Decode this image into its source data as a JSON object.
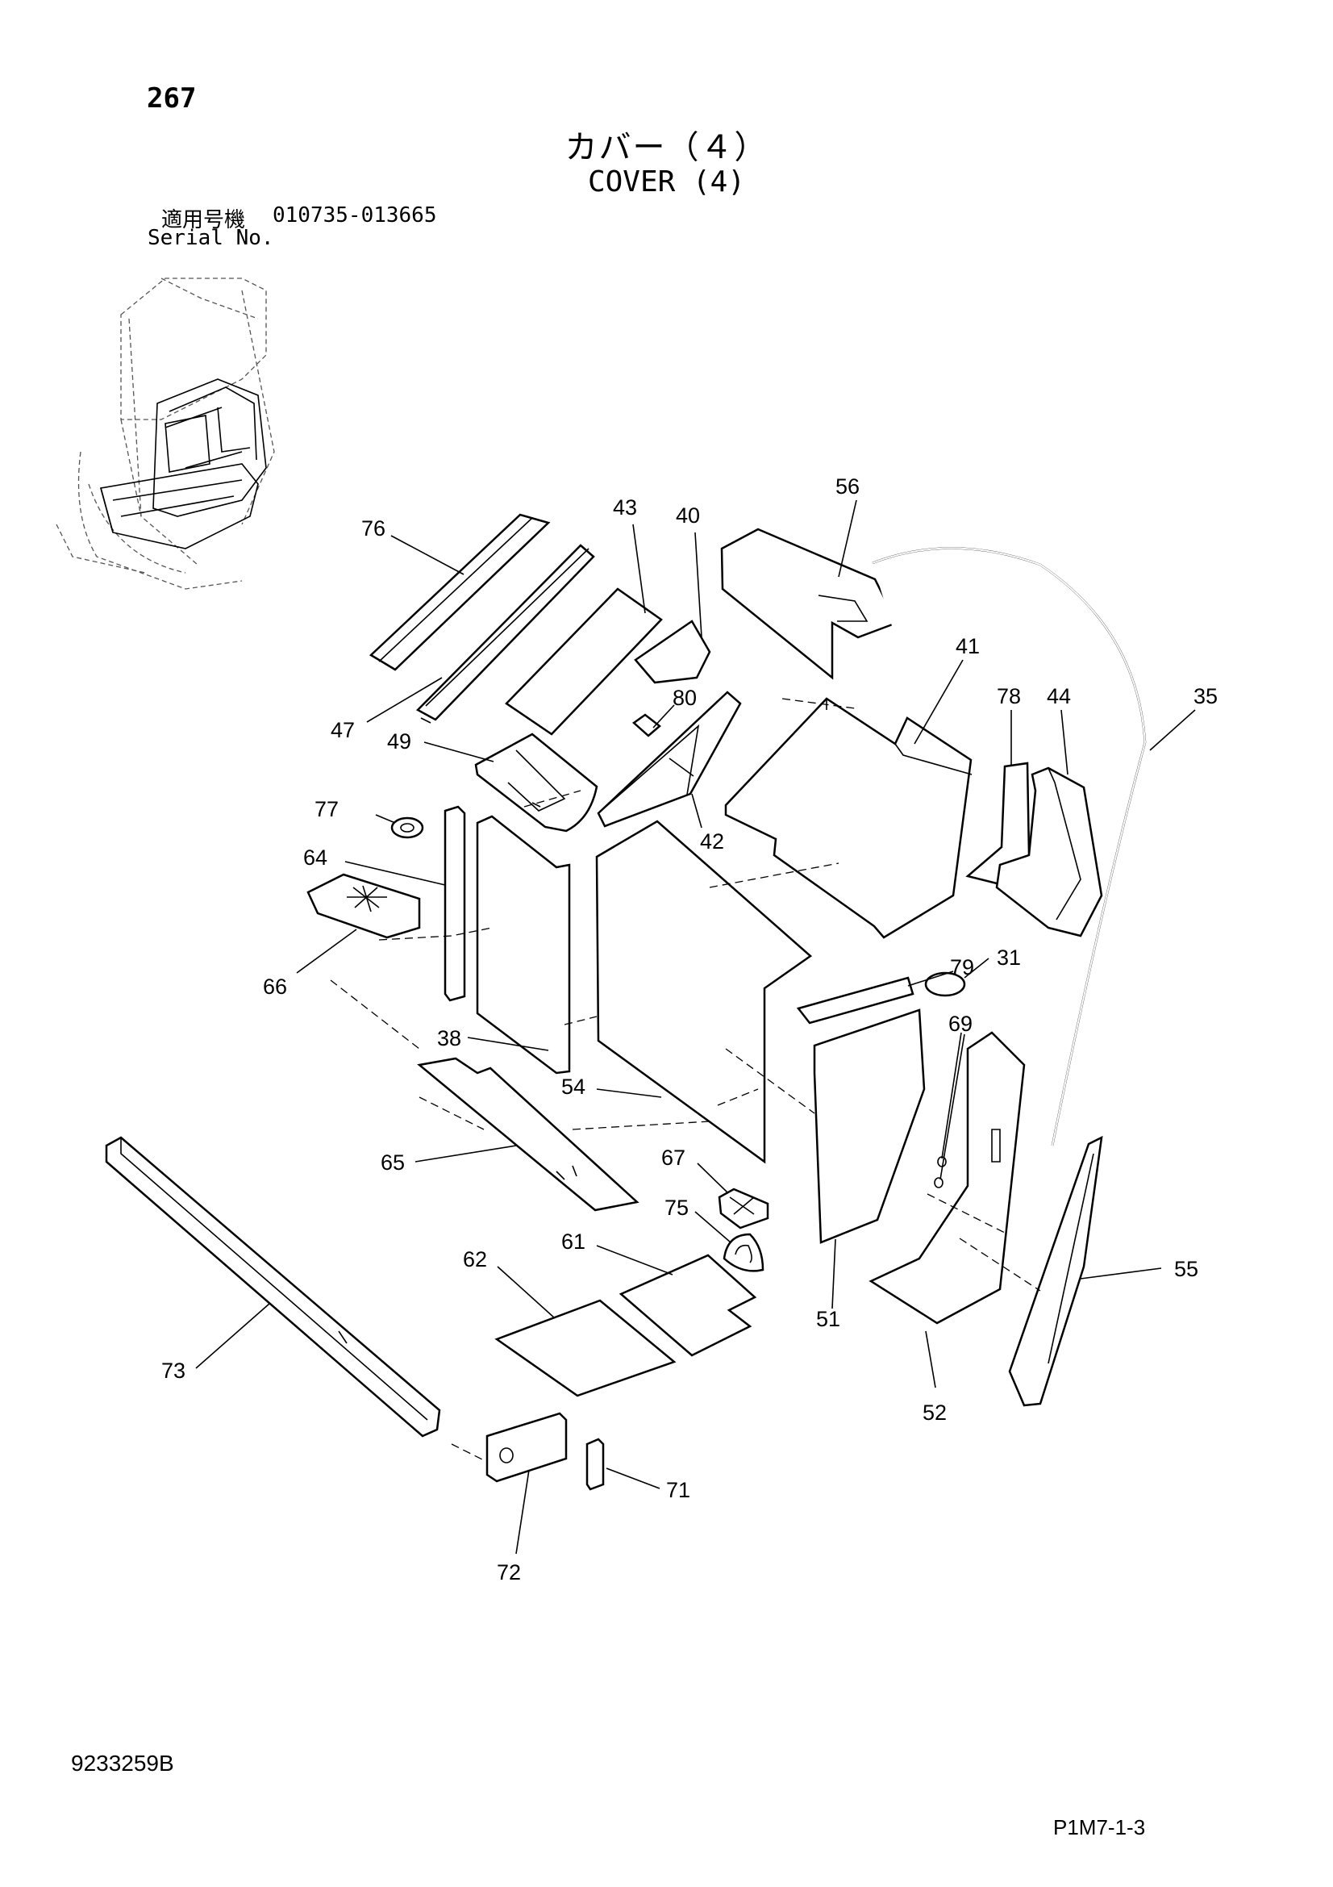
{
  "header": {
    "page_number": "267",
    "title_jp": "カバー（４）",
    "title_en": "COVER (4)",
    "serial_label_jp": "適用号機",
    "serial_range": "010735-013665",
    "serial_label_en": "Serial No."
  },
  "footer": {
    "doc_code": "9233259B",
    "page_ref": "P1M7-1-3"
  },
  "callouts": {
    "p76": "76",
    "p43": "43",
    "p40": "40",
    "p56": "56",
    "p41": "41",
    "p78": "78",
    "p44": "44",
    "p35": "35",
    "p47": "47",
    "p80": "80",
    "p49": "49",
    "p42": "42",
    "p77": "77",
    "p64": "64",
    "p66": "66",
    "p79": "79",
    "p31": "31",
    "p69": "69",
    "p38": "38",
    "p54": "54",
    "p65": "65",
    "p67": "67",
    "p75": "75",
    "p61": "61",
    "p62": "62",
    "p55": "55",
    "p51": "51",
    "p73": "73",
    "p52": "52",
    "p71": "71",
    "p72": "72"
  }
}
